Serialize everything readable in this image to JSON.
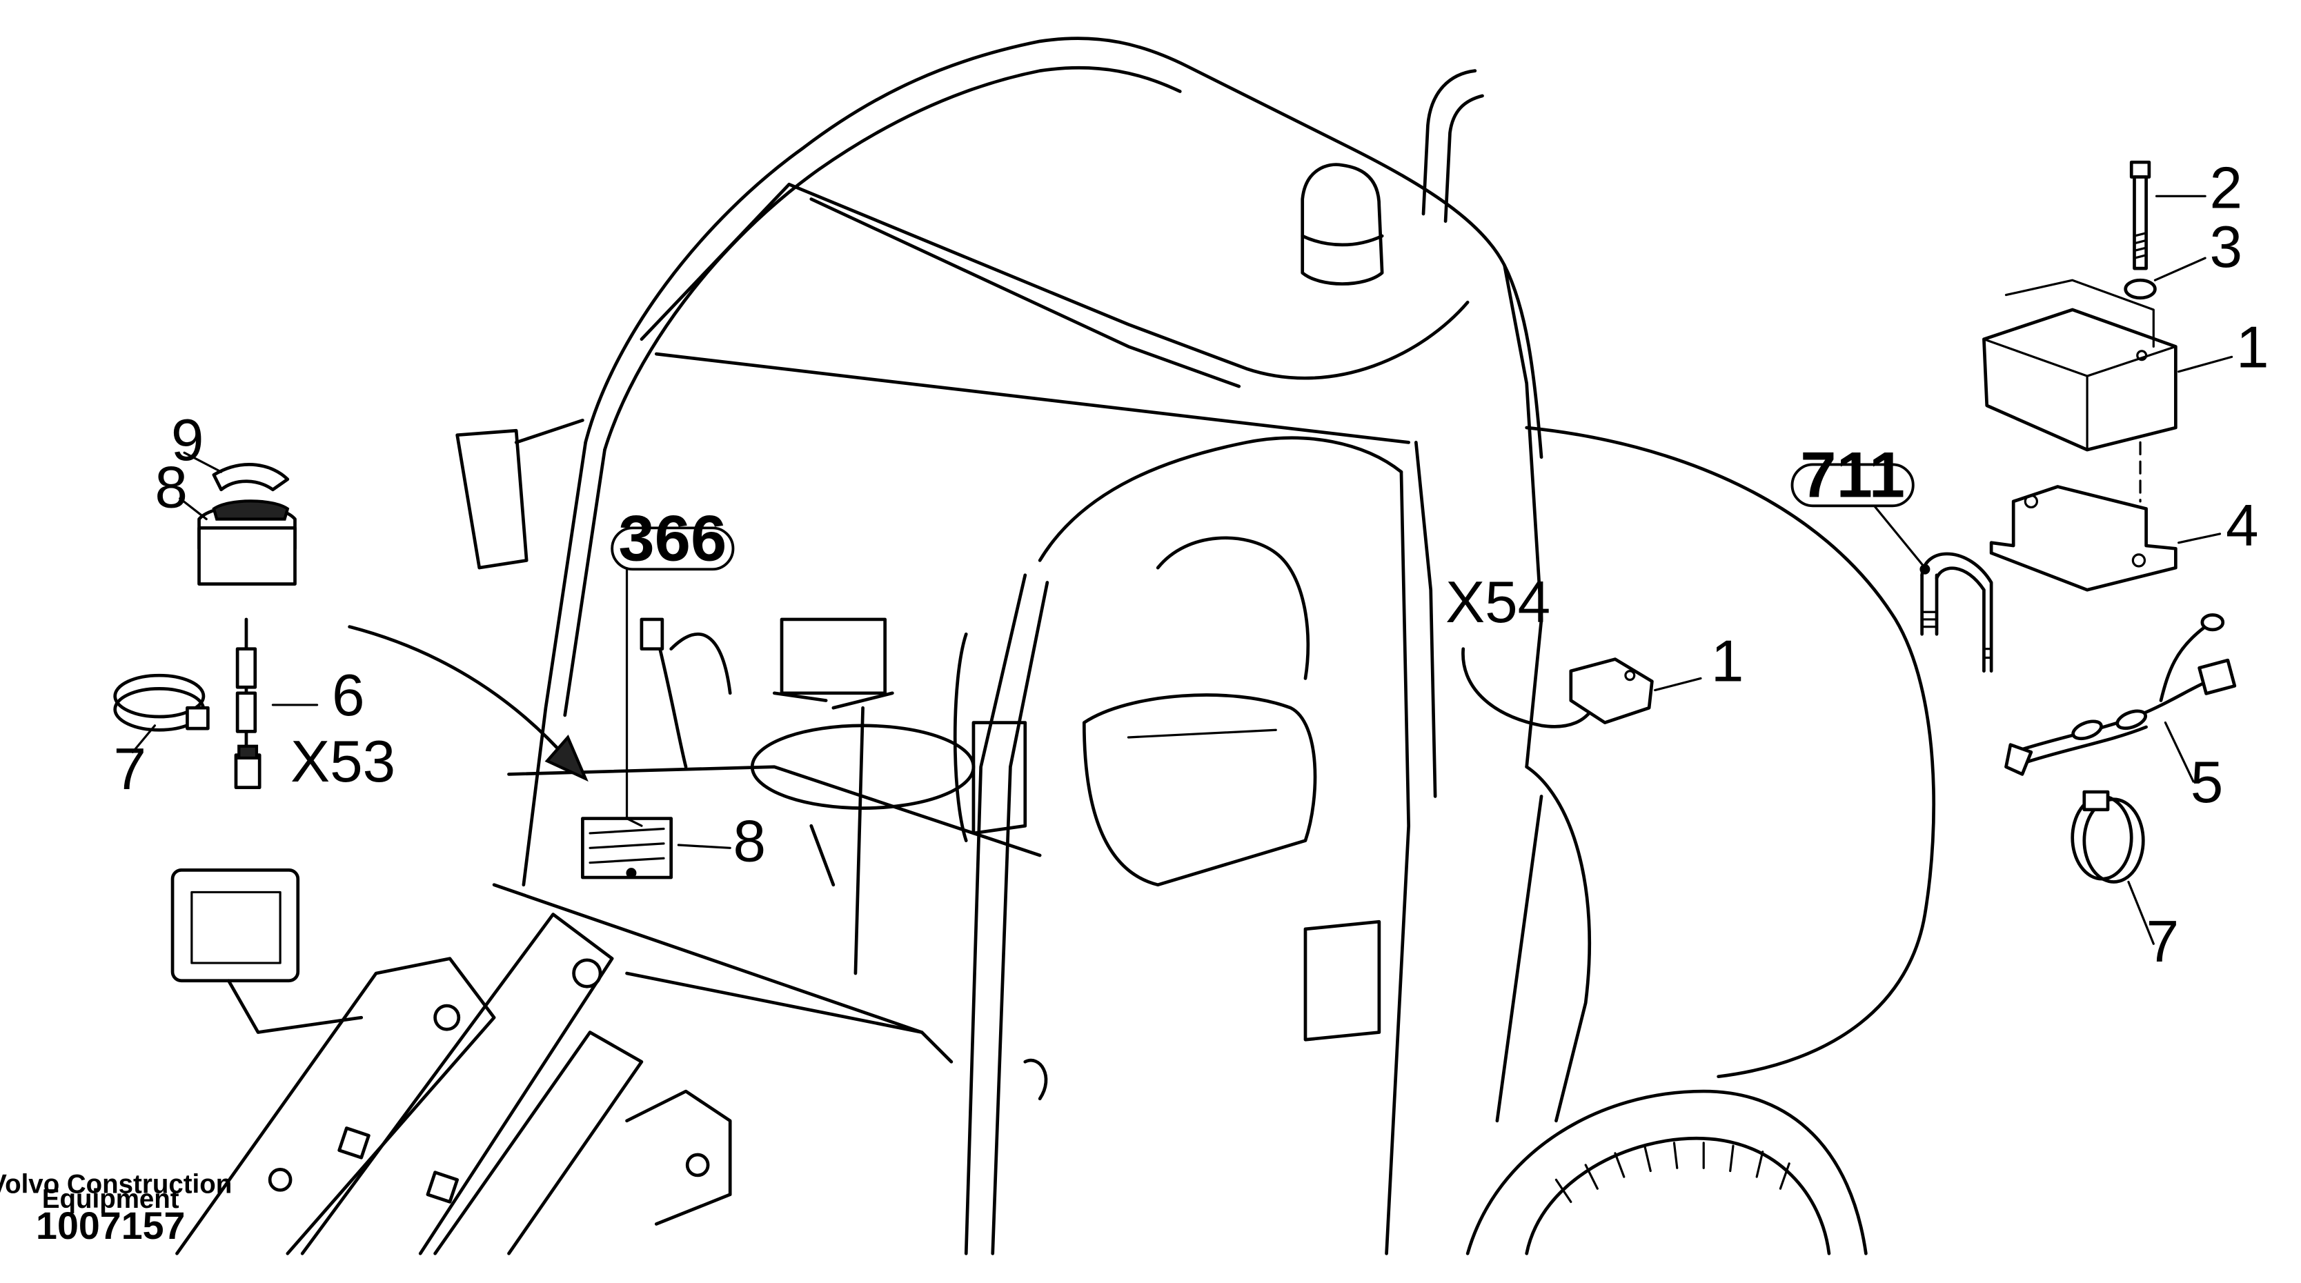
{
  "reference_boxes": [
    {
      "label": "366"
    },
    {
      "label": "711"
    }
  ],
  "callouts": {
    "left_9": "9",
    "left_8": "8",
    "left_6": "6",
    "left_7": "7",
    "dash_8": "8",
    "cab_1": "1",
    "right_2": "2",
    "right_3": "3",
    "right_1": "1",
    "right_4": "4",
    "right_5": "5",
    "right_7": "7"
  },
  "connectors": {
    "x53": "X53",
    "x54": "X54"
  },
  "footer": {
    "brand_line1": "Volvo Construction",
    "brand_line2": "Equipment",
    "doc_number": "1007157"
  }
}
